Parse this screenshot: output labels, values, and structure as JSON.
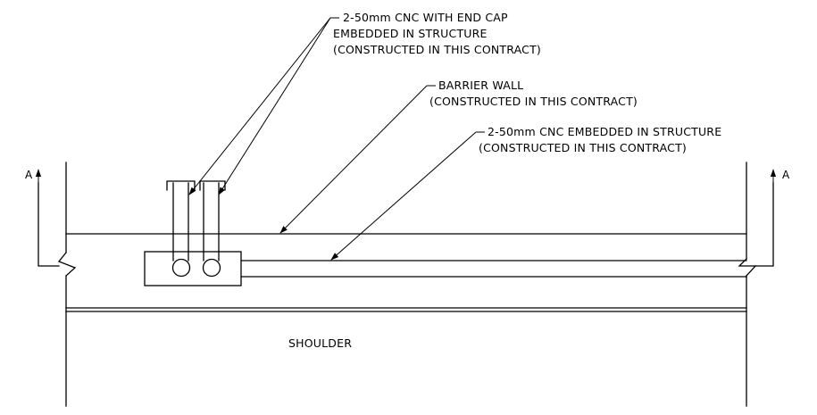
{
  "callouts": {
    "conduit_end_cap": {
      "line1": "2-50mm CNC WITH END CAP",
      "line2": "EMBEDDED IN STRUCTURE",
      "line3": "(CONSTRUCTED IN THIS CONTRACT)"
    },
    "barrier_wall": {
      "line1": "BARRIER WALL",
      "line2": "(CONSTRUCTED IN THIS CONTRACT)"
    },
    "conduit_embedded": {
      "line1": "2-50mm CNC EMBEDDED IN STRUCTURE",
      "line2": "(CONSTRUCTED IN THIS CONTRACT)"
    }
  },
  "zones": {
    "shoulder": "SHOULDER"
  },
  "section_cut": {
    "left_label": "A",
    "right_label": "A"
  }
}
